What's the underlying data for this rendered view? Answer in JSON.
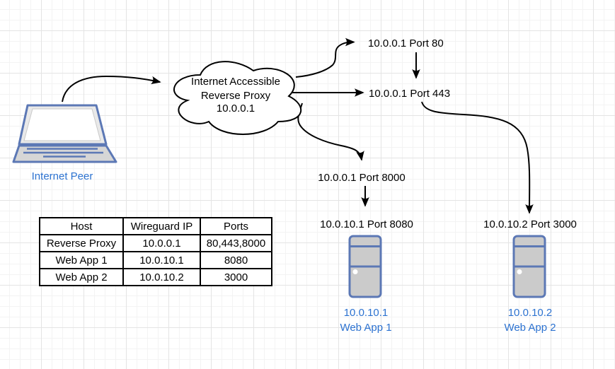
{
  "diagram": {
    "internet_peer": {
      "label": "Internet Peer"
    },
    "cloud": {
      "line1": "Internet Accessible",
      "line2": "Reverse Proxy",
      "line3": "10.0.0.1"
    },
    "endpoints": {
      "port80": "10.0.0.1 Port 80",
      "port443": "10.0.0.1 Port 443",
      "port8000": "10.0.0.1 Port 8000",
      "port8080": "10.0.10.1 Port 8080",
      "port3000": "10.0.10.2 Port 3000"
    },
    "webapp1": {
      "ip": "10.0.10.1",
      "name": "Web App 1"
    },
    "webapp2": {
      "ip": "10.0.10.2",
      "name": "Web App 2"
    },
    "icons": {
      "peer": "laptop-icon",
      "proxy": "cloud-icon",
      "webapp1": "server-icon",
      "webapp2": "server-icon"
    }
  },
  "table": {
    "headers": [
      "Host",
      "Wireguard IP",
      "Ports"
    ],
    "rows": [
      [
        "Reverse Proxy",
        "10.0.0.1",
        "80,443,8000"
      ],
      [
        "Web App 1",
        "10.0.10.1",
        "8080"
      ],
      [
        "Web App 2",
        "10.0.10.2",
        "3000"
      ]
    ]
  },
  "colors": {
    "label_blue": "#2c72d0",
    "node_border_blue": "#5c78b5",
    "node_fill_gray": "#cbcbcb",
    "edge_black": "#000000",
    "grid_major": "#e4e4e4",
    "grid_minor": "#f3f3f3"
  }
}
